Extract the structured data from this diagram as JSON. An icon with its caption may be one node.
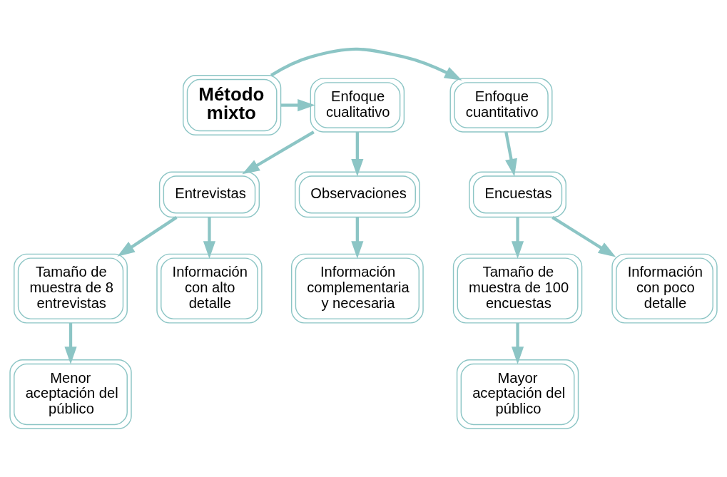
{
  "diagram": {
    "nodes": [
      {
        "text": [
          "Método mixto"
        ]
      },
      {
        "text": [
          "Enfoque cuantitativo"
        ]
      },
      {
        "text": [
          "Enfoque cualitativo"
        ]
      },
      {
        "text": [
          "Encuestas"
        ]
      },
      {
        "text": [
          "Información con poco detalle"
        ]
      },
      {
        "text": [
          "Tamaño de muestra de 100 encuestas"
        ]
      },
      {
        "text": [
          "Mayor aceptación del público"
        ]
      },
      {
        "text": [
          "Entrevistas"
        ]
      },
      {
        "text": [
          "Observaciones"
        ]
      },
      {
        "text": [
          "Información con alto detalle"
        ]
      },
      {
        "text": [
          "Tamaño de muestra de 8 entrevistas"
        ]
      },
      {
        "text": [
          "Menor aceptación del público"
        ]
      },
      {
        "text": [
          "Información complementaria y necesaria"
        ]
      }
    ],
    "edges": [
      {
        "from": 0,
        "to": 1,
        "arrow": "to"
      },
      {
        "from": 0,
        "to": 2,
        "arrow": "to"
      },
      {
        "from": 1,
        "to": 3,
        "arrow": "to"
      },
      {
        "from": 3,
        "to": 4,
        "arrow": "to"
      },
      {
        "from": 3,
        "to": 5,
        "arrow": "to"
      },
      {
        "from": 5,
        "to": 6,
        "arrow": "to"
      },
      {
        "from": 2,
        "to": 7,
        "arrow": "to"
      },
      {
        "from": 2,
        "to": 8,
        "arrow": "to"
      },
      {
        "from": 7,
        "to": 9,
        "arrow": "to"
      },
      {
        "from": 7,
        "to": 10,
        "arrow": "to"
      },
      {
        "from": 10,
        "to": 11,
        "arrow": "to"
      },
      {
        "from": 8,
        "to": 12,
        "arrow": "to"
      }
    ]
  }
}
